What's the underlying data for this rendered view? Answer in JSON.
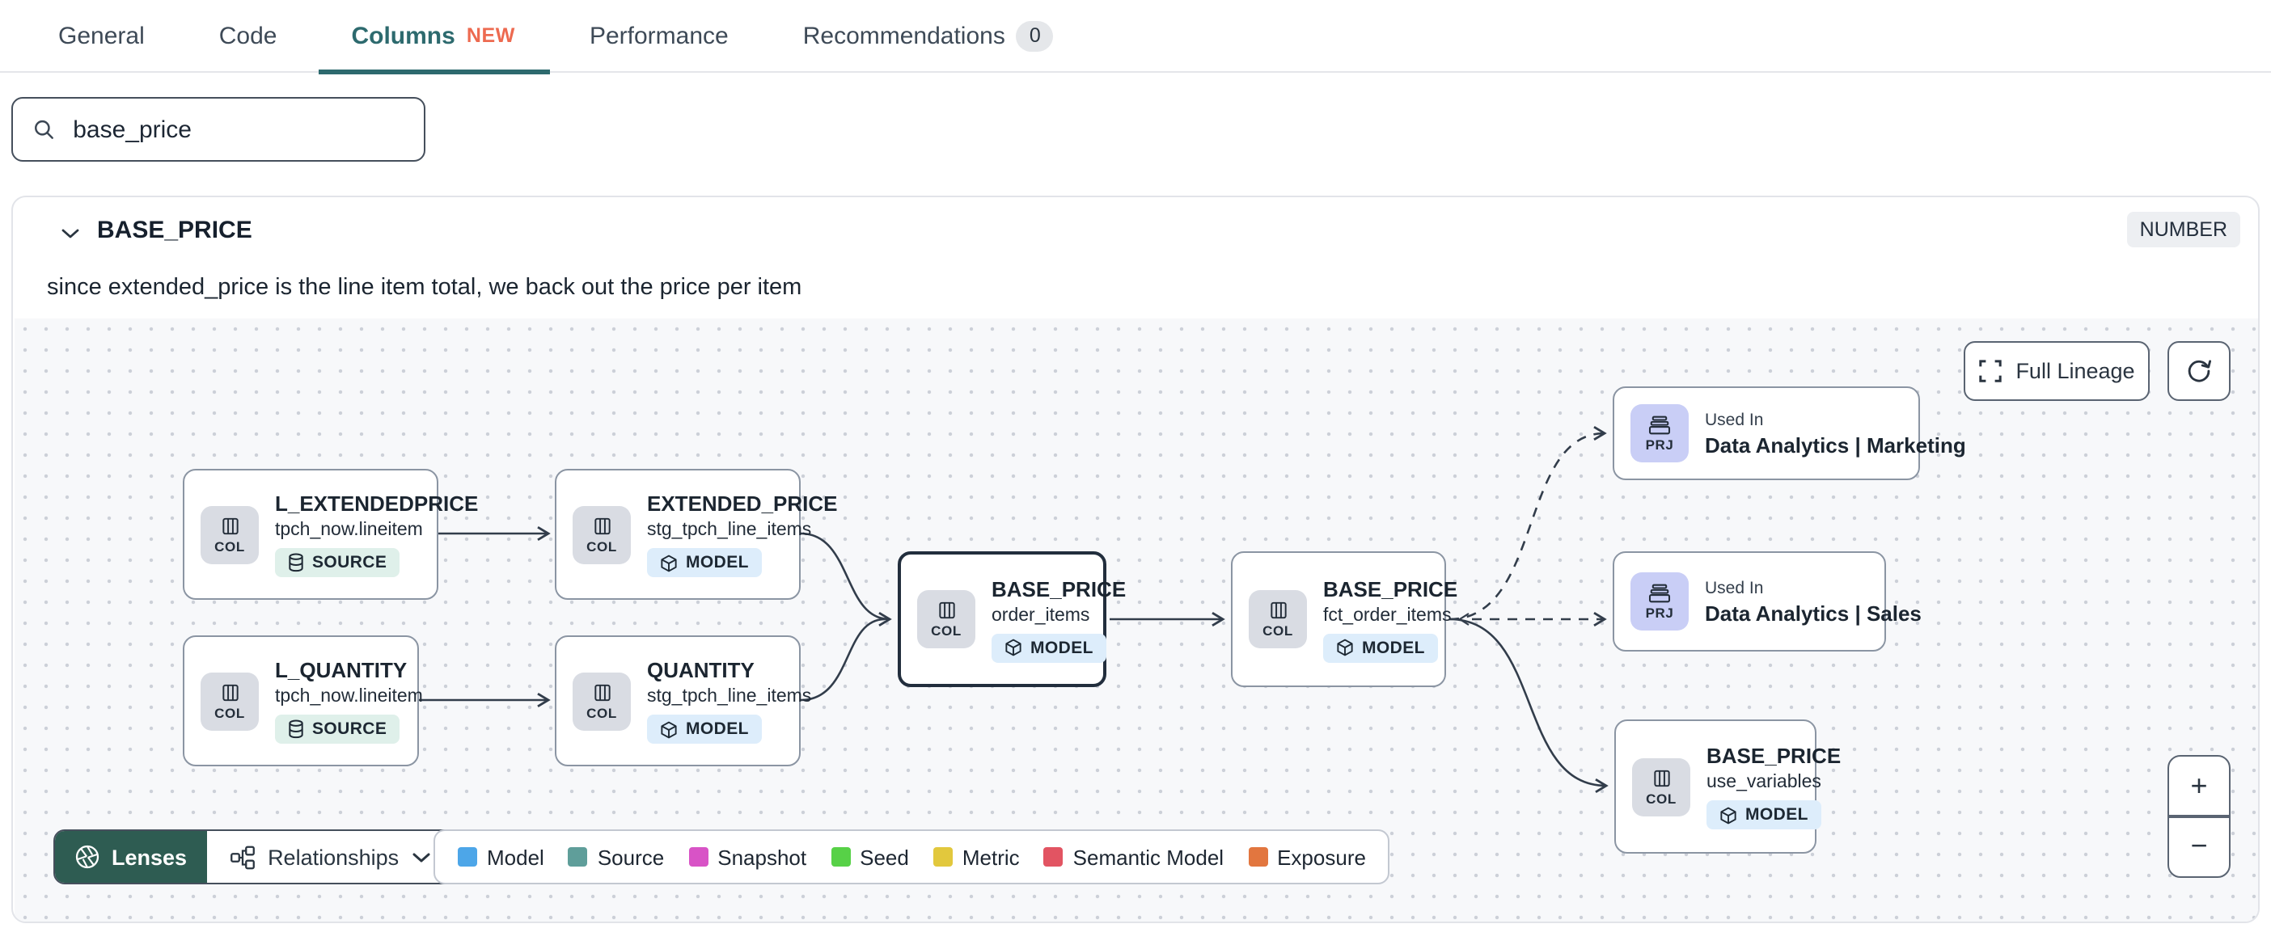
{
  "tabs": [
    {
      "label": "General"
    },
    {
      "label": "Code"
    },
    {
      "label": "Columns",
      "new_badge": "NEW"
    },
    {
      "label": "Performance"
    },
    {
      "label": "Recommendations",
      "count": "0"
    }
  ],
  "search": {
    "value": "base_price"
  },
  "column_panel": {
    "name": "BASE_PRICE",
    "type_badge": "NUMBER",
    "description": "since extended_price is the line item total, we back out the price per item"
  },
  "lineage": {
    "controls": {
      "full_lineage_label": "Full Lineage",
      "zoom_in": "+",
      "zoom_out": "−"
    },
    "nodes": [
      {
        "title": "L_EXTENDEDPRICE",
        "subtitle": "tpch_now.lineitem",
        "chip": "COL",
        "badge": "SOURCE"
      },
      {
        "title": "EXTENDED_PRICE",
        "subtitle": "stg_tpch_line_items",
        "chip": "COL",
        "badge": "MODEL"
      },
      {
        "title": "L_QUANTITY",
        "subtitle": "tpch_now.lineitem",
        "chip": "COL",
        "badge": "SOURCE"
      },
      {
        "title": "QUANTITY",
        "subtitle": "stg_tpch_line_items",
        "chip": "COL",
        "badge": "MODEL"
      },
      {
        "title": "BASE_PRICE",
        "subtitle": "order_items",
        "chip": "COL",
        "badge": "MODEL"
      },
      {
        "title": "BASE_PRICE",
        "subtitle": "fct_order_items",
        "chip": "COL",
        "badge": "MODEL"
      },
      {
        "eyebrow": "Used In",
        "title": "Data Analytics | Marketing",
        "chip": "PRJ"
      },
      {
        "eyebrow": "Used In",
        "title": "Data Analytics | Sales",
        "chip": "PRJ"
      },
      {
        "title": "BASE_PRICE",
        "subtitle": "use_variables",
        "chip": "COL",
        "badge": "MODEL"
      }
    ],
    "footer": {
      "lenses_label": "Lenses",
      "relationships_label": "Relationships",
      "legend": [
        {
          "label": "Model",
          "color": "#4da6e8"
        },
        {
          "label": "Source",
          "color": "#5f9e9a"
        },
        {
          "label": "Snapshot",
          "color": "#d853c6"
        },
        {
          "label": "Seed",
          "color": "#57d147"
        },
        {
          "label": "Metric",
          "color": "#e2c83d"
        },
        {
          "label": "Semantic Model",
          "color": "#e25462"
        },
        {
          "label": "Exposure",
          "color": "#e2763f"
        }
      ]
    }
  },
  "colors": {
    "accent_teal": "#2d6a6e",
    "new_orange": "#ed6a50",
    "lenses_green": "#2e5c52",
    "selected_border": "#222e3d"
  }
}
